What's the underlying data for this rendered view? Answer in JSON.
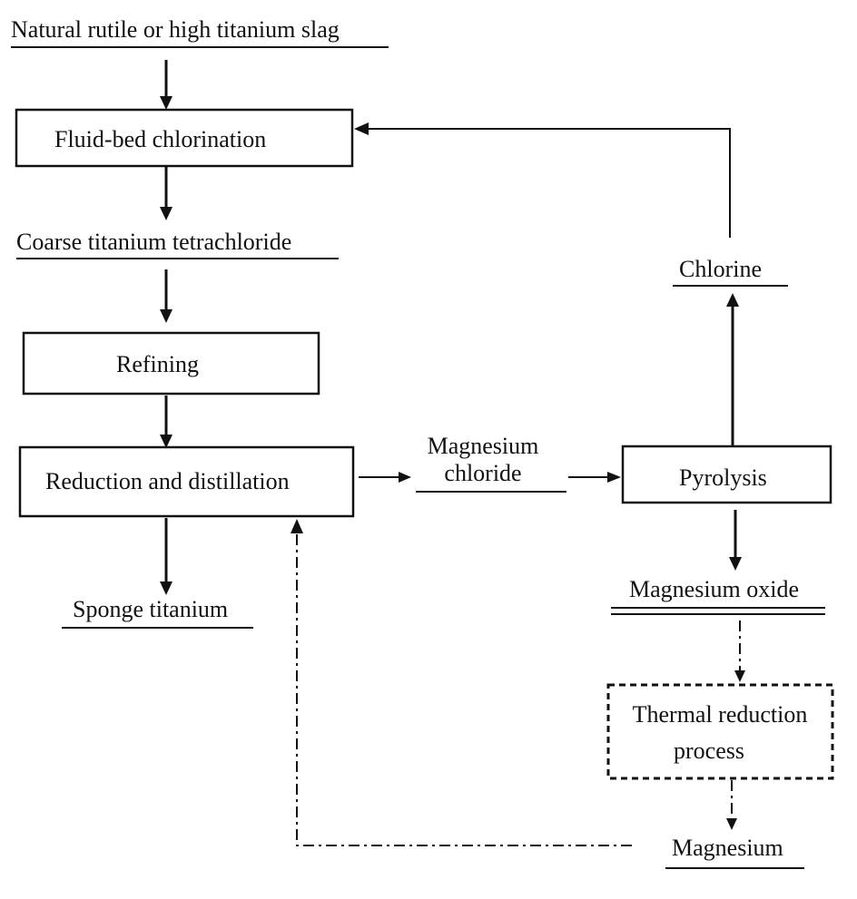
{
  "nodes": {
    "raw_material": "Natural rutile or high titanium slag",
    "fluid_bed_chlorination": "Fluid-bed chlorination",
    "coarse_ticl4": "Coarse titanium tetrachloride",
    "refining": "Refining",
    "reduction_distillation": "Reduction and distillation",
    "sponge_titanium": "Sponge titanium",
    "magnesium_chloride_line1": "Magnesium",
    "magnesium_chloride_line2": "chloride",
    "pyrolysis": "Pyrolysis",
    "chlorine": "Chlorine",
    "magnesium_oxide": "Magnesium oxide",
    "thermal_reduction_line1": "Thermal reduction",
    "thermal_reduction_line2": "process",
    "magnesium": "Magnesium"
  }
}
